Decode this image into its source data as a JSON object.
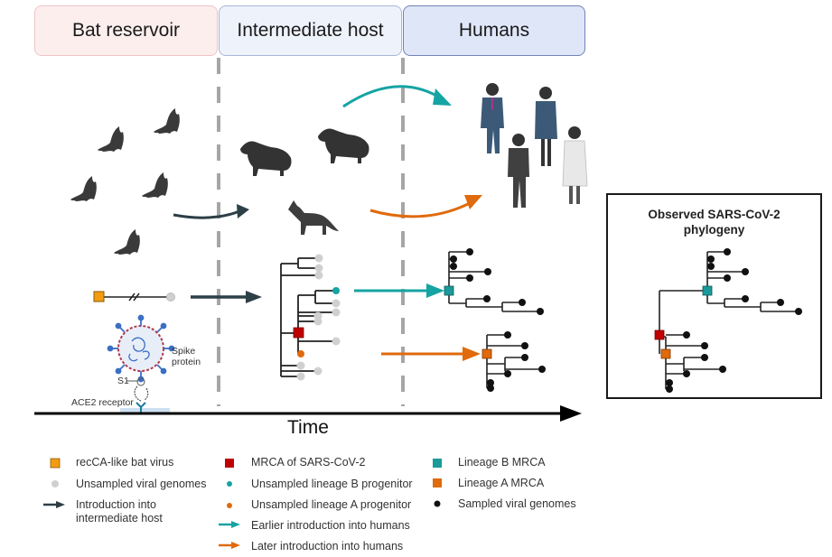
{
  "headers": {
    "bat_reservoir": "Bat reservoir",
    "intermediate_host": "Intermediate host",
    "humans": "Humans"
  },
  "colors": {
    "teal": "#16a3a3",
    "orange": "#e06a0c",
    "dark_arrow": "#2d3f47",
    "mrca_red": "#c00000",
    "bat_virus_orange": "#f39c12",
    "unsampled_gray": "#d0d0d0",
    "sampled_black": "#111111",
    "lineage_b_teal": "#1a9a9a",
    "lineage_a_orange": "#e06a0c"
  },
  "virus_labels": {
    "spike": "Spike protein",
    "s1": "S1",
    "ace2": "ACE2 receptor"
  },
  "axis": {
    "time": "Time"
  },
  "observed_box": {
    "title": "Observed SARS-CoV-2 phylogeny"
  },
  "legend": [
    {
      "icon": "orange-square-icon",
      "label": "recCA-like bat virus"
    },
    {
      "icon": "gray-circle-icon",
      "label": "Unsampled viral genomes"
    },
    {
      "icon": "dark-arrow-icon",
      "label": "Introduction into intermediate host"
    },
    {
      "icon": "red-square-icon",
      "label": "MRCA of SARS-CoV-2"
    },
    {
      "icon": "teal-dot-icon",
      "label": "Unsampled lineage B progenitor"
    },
    {
      "icon": "orange-dot-icon",
      "label": "Unsampled lineage A progenitor"
    },
    {
      "icon": "teal-arrow-icon",
      "label": "Earlier introduction into humans"
    },
    {
      "icon": "orange-arrow-icon",
      "label": "Later introduction into humans"
    },
    {
      "icon": "teal-square-icon",
      "label": "Lineage B MRCA"
    },
    {
      "icon": "dark-orange-square-icon",
      "label": "Lineage A MRCA"
    },
    {
      "icon": "black-dot-icon",
      "label": "Sampled viral genomes"
    }
  ]
}
